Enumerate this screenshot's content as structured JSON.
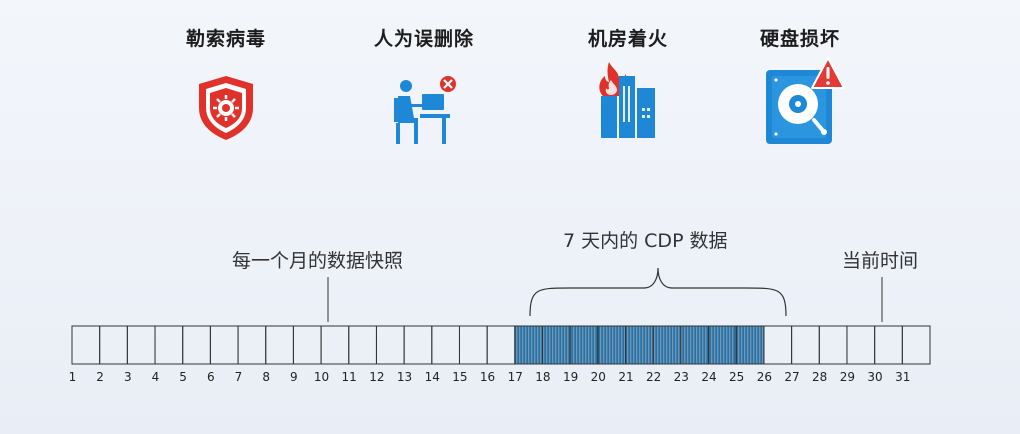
{
  "threats": [
    {
      "label": "勒索病毒",
      "icon": "ransomware-shield-icon"
    },
    {
      "label": "人为误删除",
      "icon": "person-computer-error-icon"
    },
    {
      "label": "机房着火",
      "icon": "burning-building-icon"
    },
    {
      "label": "硬盘损坏",
      "icon": "broken-harddisk-icon"
    }
  ],
  "timeline": {
    "monthly_snapshot_label": "每一个月的数据快照",
    "cdp_label": "7 天内的 CDP 数据",
    "current_time_label": "当前时间",
    "days": [
      "1",
      "2",
      "3",
      "4",
      "5",
      "6",
      "7",
      "8",
      "9",
      "10",
      "11",
      "12",
      "13",
      "14",
      "15",
      "16",
      "17",
      "18",
      "19",
      "20",
      "21",
      "22",
      "23",
      "24",
      "25",
      "26",
      "27",
      "28",
      "29",
      "30",
      "31"
    ],
    "snapshot_day": 10,
    "cdp_range": [
      17,
      26
    ],
    "current_day": 29
  },
  "colors": {
    "red": "#e0322b",
    "blue": "#1e88d6",
    "cdp_fill": "#2e6f9e",
    "warning": "#e53935"
  }
}
